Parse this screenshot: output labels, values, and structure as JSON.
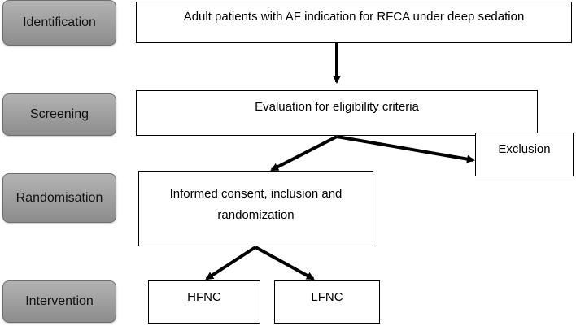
{
  "phases": {
    "identification": "Identification",
    "screening": "Screening",
    "randomisation": "Randomisation",
    "intervention": "Intervention"
  },
  "boxes": {
    "population": "Adult patients with AF indication for  RFCA under deep sedation",
    "eligibility": "Evaluation for eligibility criteria",
    "exclusion": "Exclusion",
    "consent_line1": "Informed consent, inclusion and",
    "consent_line2": "randomization",
    "hfnc": "HFNC",
    "lfnc": "LFNC"
  }
}
